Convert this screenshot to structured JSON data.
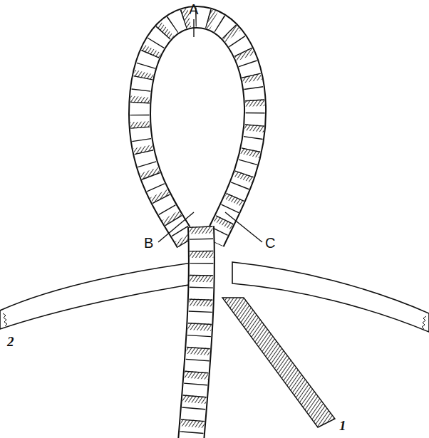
{
  "diagram": {
    "labels": [
      "A",
      "B",
      "C",
      "2",
      "1"
    ]
  }
}
